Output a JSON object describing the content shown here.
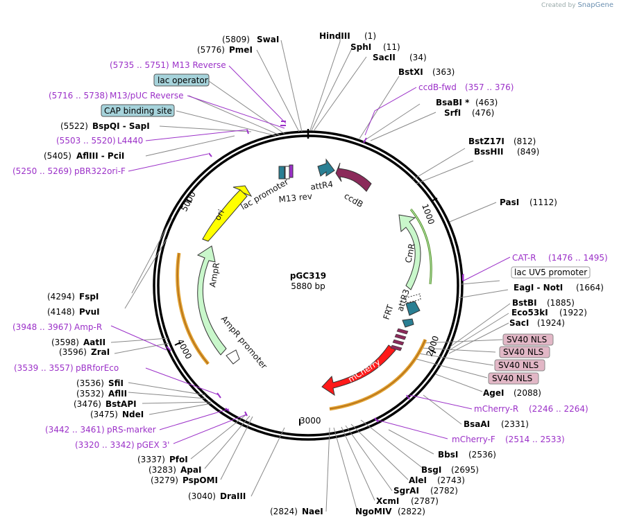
{
  "brand": {
    "prefix": "Created by",
    "name": "SnapGene"
  },
  "plasmid": {
    "name": "pGC319",
    "length": "5880 bp"
  },
  "ticks": [
    "1000",
    "2000",
    "3000",
    "4000",
    "5000"
  ],
  "sites_right": [
    {
      "name": "HindIII",
      "pos": "(1)"
    },
    {
      "name": "SphI",
      "pos": "(11)"
    },
    {
      "name": "SacII",
      "pos": "(34)"
    },
    {
      "name": "BstXI",
      "pos": "(363)"
    },
    {
      "name": "ccdB-fwd",
      "pos": "(357 .. 376)"
    },
    {
      "name": "BsaBI *",
      "pos": "(463)"
    },
    {
      "name": "SrfI",
      "pos": "(476)"
    },
    {
      "name": "BstZ17I",
      "pos": "(812)"
    },
    {
      "name": "BssHII",
      "pos": "(849)"
    },
    {
      "name": "PasI",
      "pos": "(1112)"
    },
    {
      "name": "CAT-R",
      "pos": "(1476 .. 1495)"
    },
    {
      "name": "lac UV5 promoter",
      "pos": ""
    },
    {
      "name": "EagI  - NotI",
      "pos": "(1664)"
    },
    {
      "name": "BstBI",
      "pos": "(1885)"
    },
    {
      "name": "Eco53kI",
      "pos": "(1922)"
    },
    {
      "name": "SacI",
      "pos": "(1924)"
    },
    {
      "name": "SV40 NLS",
      "pos": ""
    },
    {
      "name": "SV40 NLS",
      "pos": ""
    },
    {
      "name": "SV40 NLS",
      "pos": ""
    },
    {
      "name": "SV40 NLS",
      "pos": ""
    },
    {
      "name": "AgeI",
      "pos": "(2088)"
    },
    {
      "name": "mCherry-R",
      "pos": "(2246 .. 2264)"
    },
    {
      "name": "BsaAI",
      "pos": "(2331)"
    },
    {
      "name": "mCherry-F",
      "pos": "(2514 .. 2533)"
    },
    {
      "name": "BbsI",
      "pos": "(2536)"
    },
    {
      "name": "BsgI",
      "pos": "(2695)"
    },
    {
      "name": "AleI",
      "pos": "(2743)"
    },
    {
      "name": "SgrAI",
      "pos": "(2782)"
    },
    {
      "name": "XcmI",
      "pos": "(2787)"
    },
    {
      "name": "NgoMIV",
      "pos": "(2822)"
    }
  ],
  "sites_left": [
    {
      "name": "SwaI",
      "pos": "(5809)"
    },
    {
      "name": "PmeI",
      "pos": "(5776)"
    },
    {
      "name": "M13 Reverse",
      "pos": "(5735 .. 5751)"
    },
    {
      "name": "lac operator",
      "pos": ""
    },
    {
      "name": "M13/pUC Reverse",
      "pos": "(5716 .. 5738)"
    },
    {
      "name": "CAP binding site",
      "pos": ""
    },
    {
      "name": "BspQI  - SapI",
      "pos": "(5522)"
    },
    {
      "name": "L4440",
      "pos": "(5503 .. 5520)"
    },
    {
      "name": "AflIII  - PciI",
      "pos": "(5405)"
    },
    {
      "name": "pBR322ori-F",
      "pos": "(5250 .. 5269)"
    },
    {
      "name": "FspI",
      "pos": "(4294)"
    },
    {
      "name": "PvuI",
      "pos": "(4148)"
    },
    {
      "name": "Amp-R",
      "pos": "(3948 .. 3967)"
    },
    {
      "name": "AatII",
      "pos": "(3598)"
    },
    {
      "name": "ZraI",
      "pos": "(3596)"
    },
    {
      "name": "pBRforEco",
      "pos": "(3539 .. 3557)"
    },
    {
      "name": "SfiI",
      "pos": "(3536)"
    },
    {
      "name": "AflII",
      "pos": "(3532)"
    },
    {
      "name": "BstAPI",
      "pos": "(3476)"
    },
    {
      "name": "NdeI",
      "pos": "(3475)"
    },
    {
      "name": "pRS-marker",
      "pos": "(3442 .. 3461)"
    },
    {
      "name": "pGEX 3'",
      "pos": "(3320 .. 3342)"
    },
    {
      "name": "PfoI",
      "pos": "(3337)"
    },
    {
      "name": "ApaI",
      "pos": "(3283)"
    },
    {
      "name": "PspOMI",
      "pos": "(3279)"
    },
    {
      "name": "DraIII",
      "pos": "(3040)"
    },
    {
      "name": "NaeI",
      "pos": "(2824)"
    }
  ],
  "features": {
    "attR4": "attR4",
    "ccdB": "ccdB",
    "lac_promoter": "lac promoter",
    "m13rev": "M13 rev",
    "ori": "ori",
    "cmr": "CmR",
    "attR3": "attR3",
    "frt": "FRT",
    "mcherry": "mCherry",
    "ampr": "AmpR",
    "ampr_promoter": "AmpR promoter"
  },
  "colors": {
    "primer": "#9b30c8",
    "feature_box": "#a6d3db",
    "nls_box": "#e2b7c6",
    "ori": "#ffff00",
    "cmr": "#c9f7cb",
    "mcherry": "#ff1a1a",
    "ccdB": "#8b2a5a",
    "att": "#2a7f93"
  }
}
